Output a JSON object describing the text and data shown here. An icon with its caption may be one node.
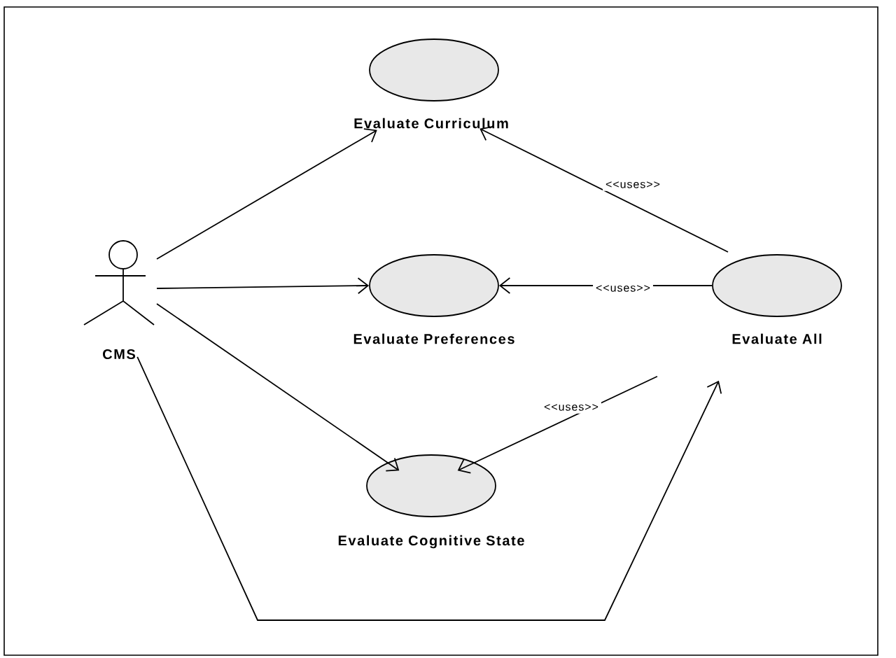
{
  "diagram": {
    "nodes": [
      {
        "text": [
          "CMS"
        ]
      },
      {
        "text": [
          "Evaluate Curriculum"
        ]
      },
      {
        "text": [
          "Evaluate Preferences"
        ]
      },
      {
        "text": [
          "Evaluate Cognitive State"
        ]
      },
      {
        "text": [
          "Evaluate All"
        ]
      }
    ],
    "edges": [
      {
        "from": 0,
        "to": 1,
        "arrow": "to"
      },
      {
        "from": 0,
        "to": 2,
        "arrow": "to"
      },
      {
        "from": 0,
        "to": 3,
        "arrow": "to"
      },
      {
        "from": 0,
        "to": 4,
        "arrow": "to"
      },
      {
        "from": 4,
        "to": 1,
        "arrow": "to",
        "label": "<<uses>>"
      },
      {
        "from": 4,
        "to": 2,
        "arrow": "to",
        "label": "<<uses>>"
      },
      {
        "from": 4,
        "to": 3,
        "arrow": "to",
        "label": "<<uses>>"
      }
    ]
  }
}
